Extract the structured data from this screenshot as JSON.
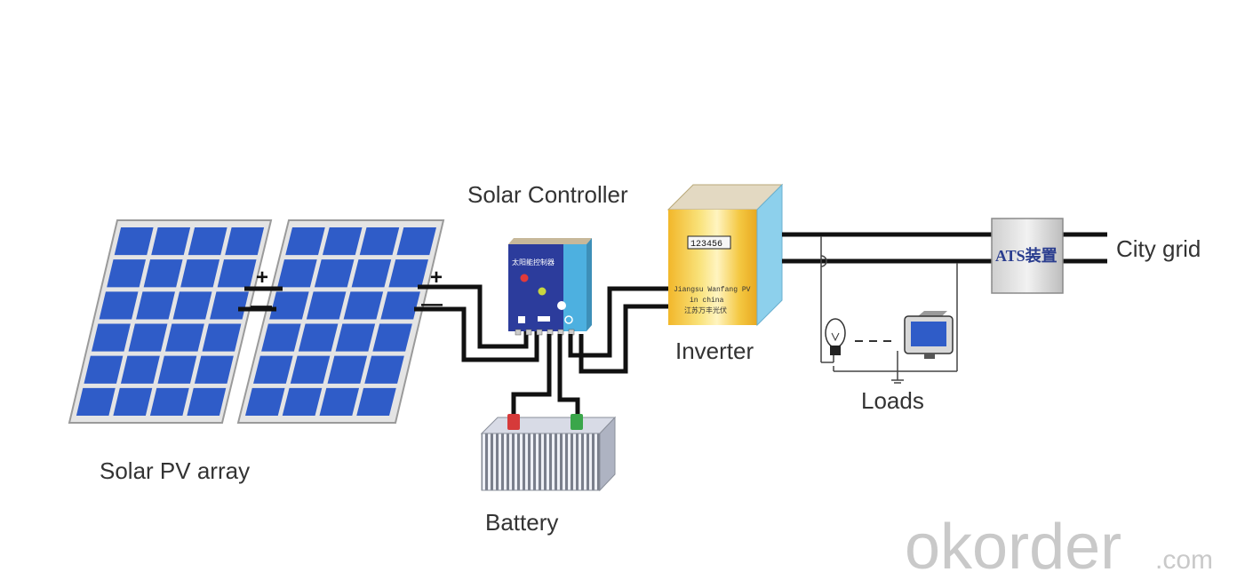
{
  "labels": {
    "solar_controller": "Solar Controller",
    "inverter": "Inverter",
    "city_grid": "City grid",
    "loads": "Loads",
    "solar_pv_array": "Solar PV array",
    "battery": "Battery"
  },
  "symbols": {
    "plus": "+",
    "minus": "—"
  },
  "ats_box": {
    "label": "ATS装置"
  },
  "controller": {
    "panel_text": "太阳能控制器",
    "led_colors": [
      "#e23a3a",
      "#c8d640",
      "#ffffff"
    ]
  },
  "inverter_box": {
    "display": "123456",
    "line1": "Jiangsu Wanfang PV",
    "line2": "in china",
    "line3": "江苏万丰光伏"
  },
  "watermark": {
    "brand": "okorder",
    "suffix": ".com"
  },
  "colors": {
    "panel_cell": "#2f5cc8",
    "panel_frame": "#dcdcdc",
    "inverter_front": "#f4c842",
    "inverter_side": "#8dd0ec",
    "controller_front": "#2c3c9c",
    "controller_side": "#4db0e0",
    "battery_terminal_pos": "#d63a3a",
    "battery_terminal_neg": "#3aa64a"
  }
}
